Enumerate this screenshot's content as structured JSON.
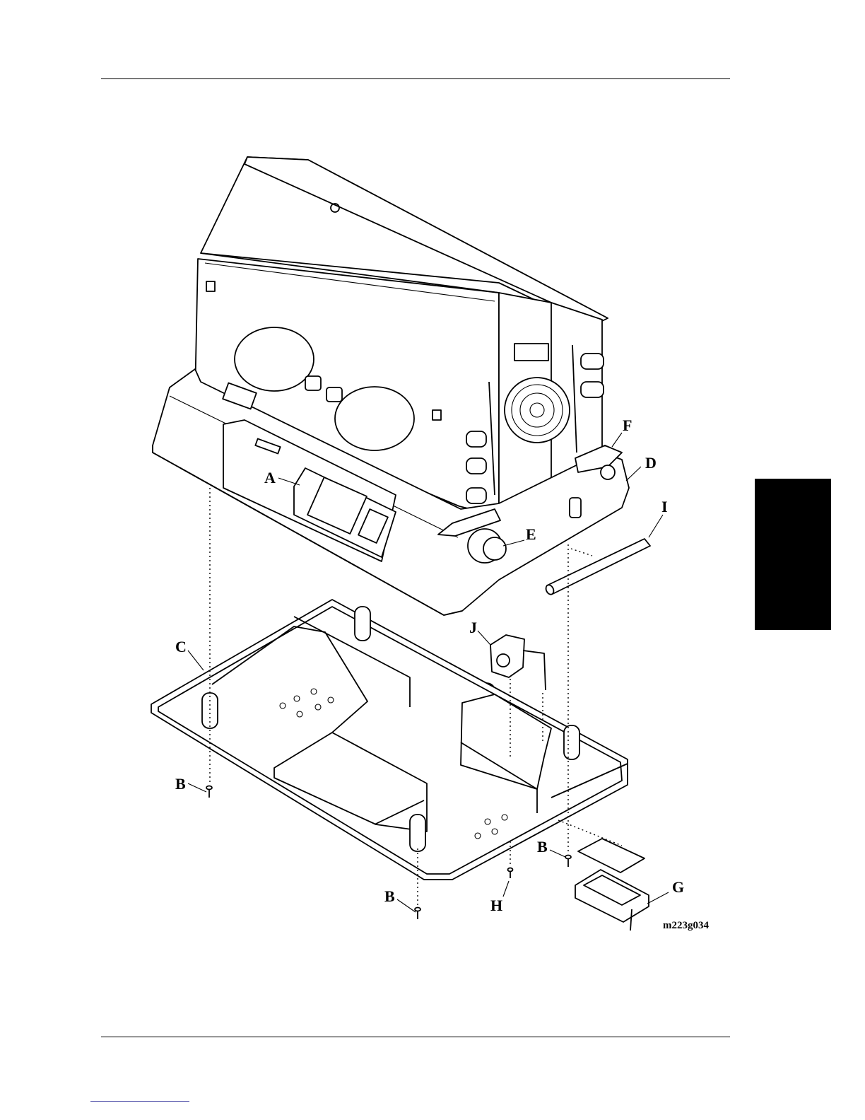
{
  "callouts": {
    "a": "A",
    "b1": "B",
    "b2": "B",
    "b3": "B",
    "c": "C",
    "d": "D",
    "e": "E",
    "f": "F",
    "g": "G",
    "h": "H",
    "i": "I",
    "j": "J"
  },
  "figure_id": "m223g034",
  "colors": {
    "ink": "#000000",
    "paper": "#ffffff",
    "tab": "#000000"
  }
}
